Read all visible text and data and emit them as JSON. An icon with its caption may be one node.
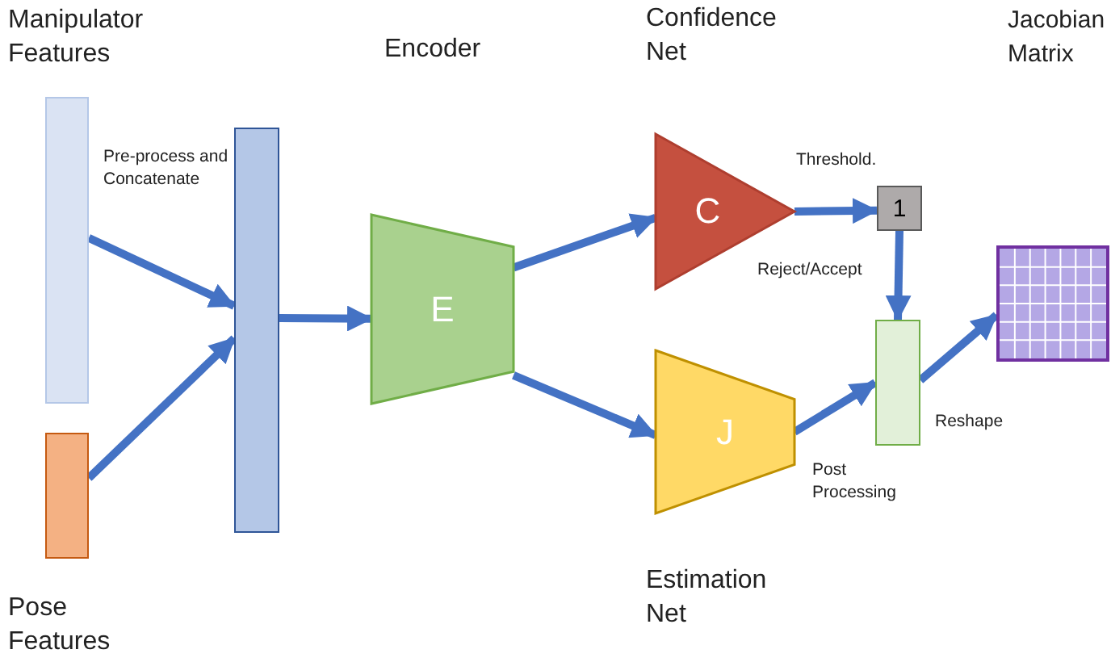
{
  "diagram": {
    "nodes": [
      {
        "text": [
          "Manipulator Features"
        ]
      },
      {
        "text": [
          "Pose Features"
        ]
      },
      {
        "text": [],
        "shape": "bar"
      },
      {
        "text": [
          "E"
        ]
      },
      {
        "text": [
          "Confidence Net",
          "C"
        ]
      },
      {
        "text": [
          "J",
          "Estimation Net"
        ]
      },
      {
        "text": [
          "1"
        ]
      },
      {
        "text": [],
        "shape": "bar"
      },
      {
        "text": [],
        "shape": "grid"
      }
    ],
    "labels": [
      "Encoder",
      "Jacobian Matrix"
    ],
    "edges": [
      {
        "from": 0,
        "to": 2,
        "arrow": "to",
        "label": "Pre-process and Concatenate"
      },
      {
        "from": 1,
        "to": 2,
        "arrow": "to"
      },
      {
        "from": 2,
        "to": 3,
        "arrow": "to"
      },
      {
        "from": 3,
        "to": 4,
        "arrow": "to"
      },
      {
        "from": 3,
        "to": 5,
        "arrow": "to"
      },
      {
        "from": 4,
        "to": 6,
        "arrow": "to",
        "label": "Threshold."
      },
      {
        "from": 6,
        "to": 7,
        "arrow": "to",
        "label": "Reject/Accept"
      },
      {
        "from": 5,
        "to": 7,
        "arrow": "to",
        "label": "Post Processing"
      },
      {
        "from": 7,
        "to": 8,
        "arrow": "to",
        "label": "Reshape"
      }
    ]
  }
}
